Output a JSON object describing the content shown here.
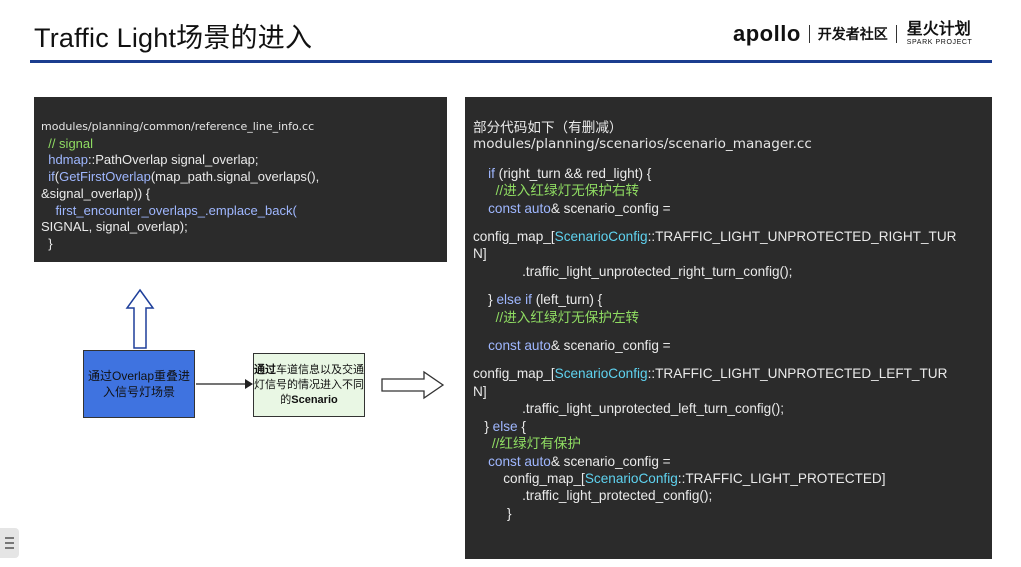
{
  "header": {
    "title": "Traffic Light场景的进入",
    "brand_logo": "apollo",
    "brand_community": "开发者社区",
    "brand_program_cn": "星火计划",
    "brand_program_en": "SPARK PROJECT"
  },
  "left_code": {
    "path": "modules/planning/common/reference_line_info.cc",
    "comment": "  // signal",
    "hdmap_ns": "  hdmap",
    "hdmap_rest": "::PathOverlap signal_overlap;",
    "if_kw": "  if",
    "if_open": "(",
    "if_call": "GetFirstOverlap",
    "if_args": "(map_path.signal_overlaps(),",
    "line_amp": "&signal_overlap)) {",
    "emplace": "    first_encounter_overlaps_.emplace_back(",
    "signal_args": "SIGNAL, signal_overlap);",
    "close": "  }"
  },
  "diagram": {
    "box_left": "通过Overlap重叠进入信号灯场景",
    "box_right_bold": "通过",
    "box_right_text": "车道信息以及交通灯信号的情况进入不同的",
    "box_right_tail": "Scenario"
  },
  "right_code": {
    "intro": "部分代码如下（有删减）",
    "path": "modules/planning/scenarios/scenario_manager.cc",
    "if1_kw": "    if",
    "if1_rest": " (right_turn && red_light) {",
    "cm1": "      //进入红绿灯无保护右转",
    "const_kw": "const auto",
    "const_rest": "& scenario_config =",
    "config_map": "config_map_[",
    "scenario_config_type": "ScenarioConfig",
    "unprotected_right": "::TRAFFIC_LIGHT_UNPROTECTED_RIGHT_TUR",
    "unprotected_right_tail": "N]",
    "right_method": "             .traffic_light_unprotected_right_turn_config();",
    "else_if_kw": "else if",
    "else_if_rest": " (left_turn) {",
    "cm2": "      //进入红绿灯无保护左转",
    "unprotected_left": "::TRAFFIC_LIGHT_UNPROTECTED_LEFT_TUR",
    "unprotected_left_tail": "N]",
    "left_method": "             .traffic_light_unprotected_left_turn_config();",
    "else_kw": "else",
    "cm3": "     //红绿灯有保护",
    "protected": "::TRAFFIC_LIGHT_PROTECTED]",
    "protected_method": "             .traffic_light_protected_config();",
    "close": "         }"
  }
}
